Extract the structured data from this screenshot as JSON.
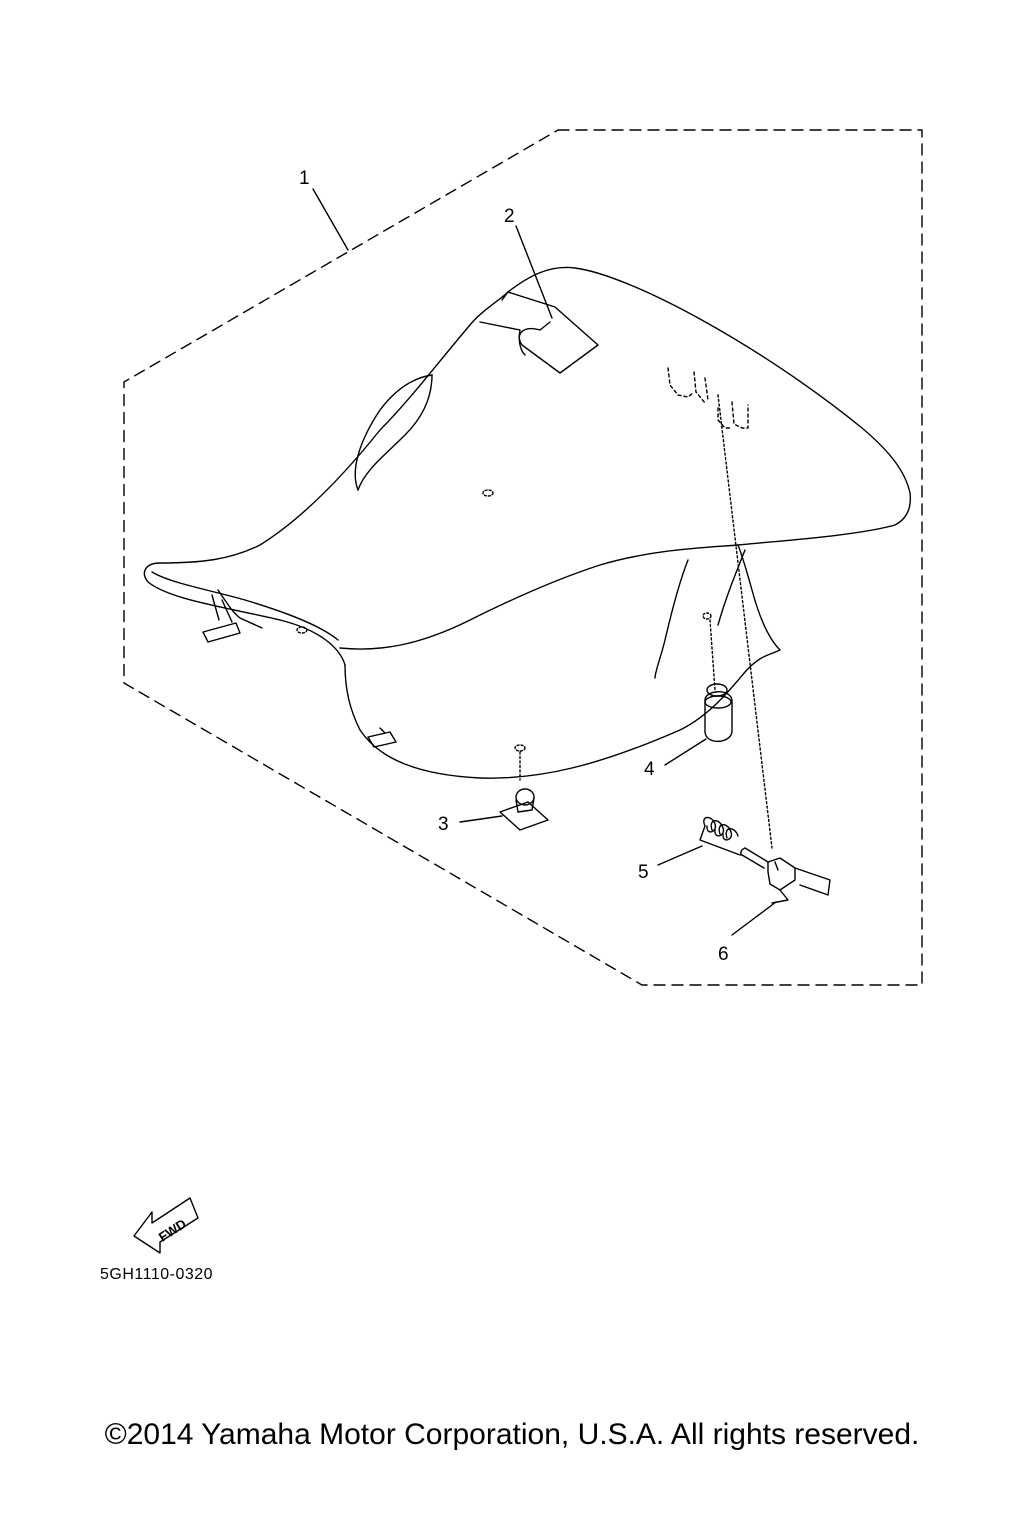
{
  "callouts": [
    "1",
    "2",
    "3",
    "4",
    "5",
    "6"
  ],
  "fwd_label": "FWD",
  "part_code": "5GH1110-0320",
  "copyright": "©2014 Yamaha Motor Corporation, U.S.A. All rights reserved."
}
